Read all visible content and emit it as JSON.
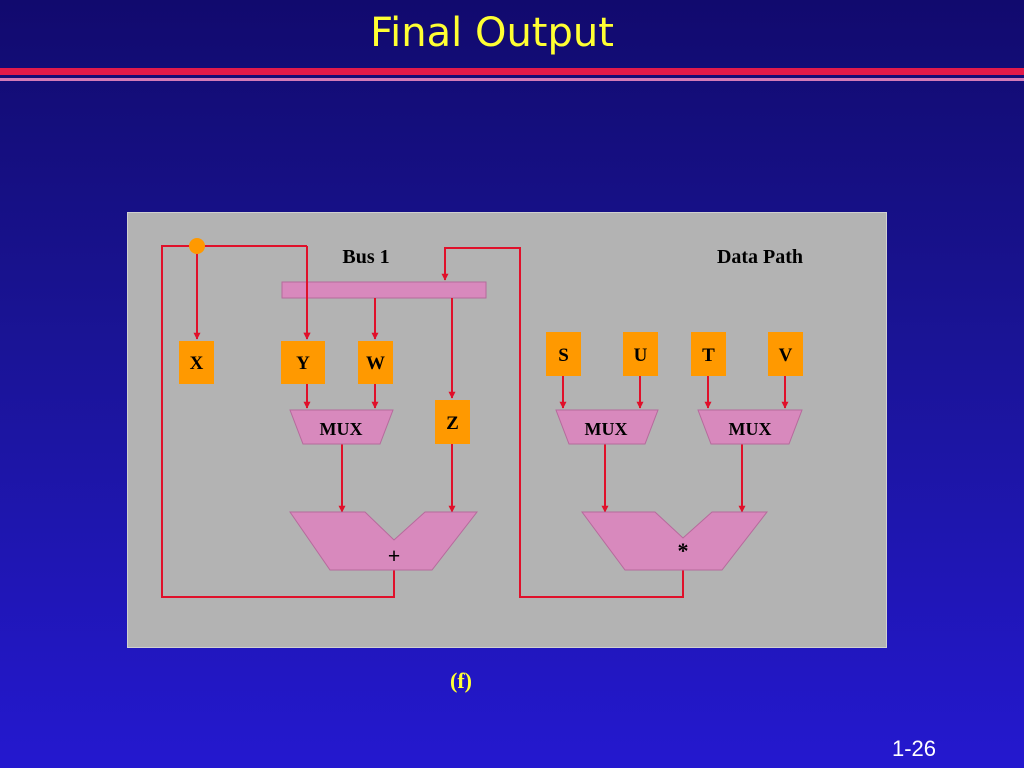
{
  "slide": {
    "title": "Final Output",
    "caption": "(f)",
    "page_number": "1-26"
  },
  "diagram": {
    "bus_label": "Bus 1",
    "datapath_label": "Data Path",
    "registers": [
      "X",
      "Y",
      "W",
      "Z",
      "S",
      "U",
      "T",
      "V"
    ],
    "mux_label": "MUX",
    "adder_label": "+",
    "multiplier_label": "*"
  },
  "colors": {
    "background_top": "#110a6e",
    "background_bottom": "#2418cf",
    "title": "#ffff33",
    "rule_red": "#e21a4a",
    "rule_pink": "#d47ab8",
    "panel": "#b3b3b3",
    "register": "#ff9900",
    "mux": "#d889bd",
    "wire": "#e0102a"
  }
}
